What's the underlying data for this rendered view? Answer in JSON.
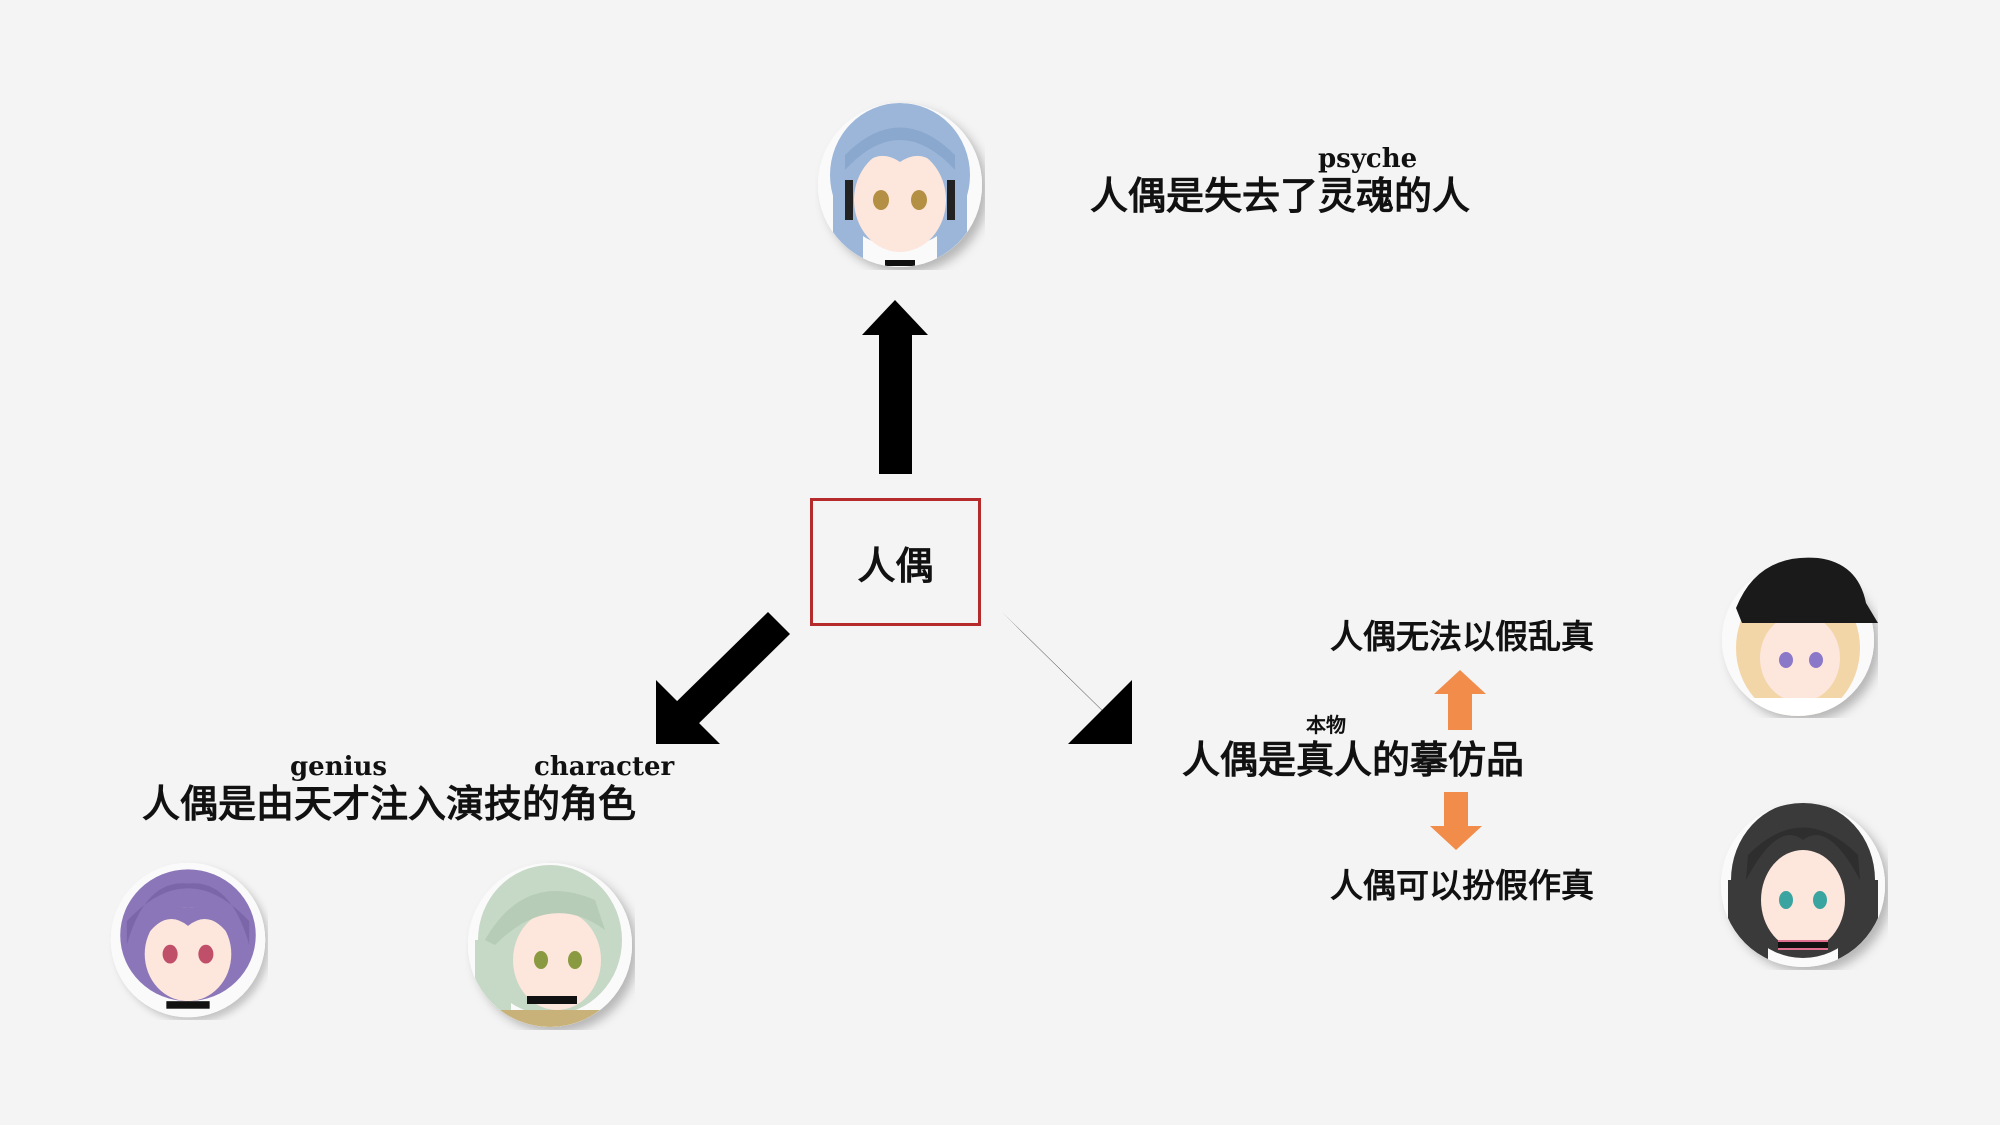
{
  "center": {
    "label": "人偶"
  },
  "top": {
    "statement": "人偶是失去了灵魂的人",
    "ruby": "psyche"
  },
  "left": {
    "statement": "人偶是由天才注入演技的角色",
    "ruby_genius": "genius",
    "ruby_character": "character"
  },
  "right": {
    "statement": "人偶是真人的摹仿品",
    "ruby": "本物",
    "upper": "人偶无法以假乱真",
    "lower": "人偶可以扮假作真"
  },
  "colors": {
    "arrow": "#000000",
    "accent_arrow": "#f28c4b",
    "box_border": "#b52a2a",
    "background": "#f4f4f4"
  },
  "icons": {
    "top_avatar": "blue-hair-girl-avatar",
    "left_avatar_1": "purple-hair-girl-avatar",
    "left_avatar_2": "mint-hair-girl-avatar",
    "right_avatar_1": "black-cap-blonde-girl-avatar",
    "right_avatar_2": "dark-hair-girl-avatar"
  }
}
